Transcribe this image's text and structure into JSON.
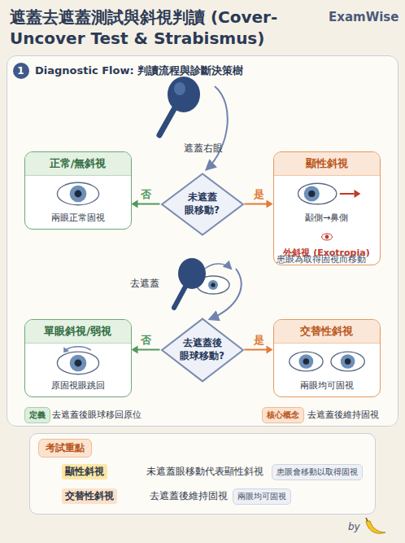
{
  "diagram": {
    "title": "遮蓋去遮蓋測試與斜視判讀 (Cover-Uncover Test & Strabismus)",
    "nodes": [
      {
        "text": [
          "Diagnostic Flow: 判讀流程與診斷決策樹"
        ]
      },
      {
        "text": [
          "1"
        ],
        "in": 0
      },
      {
        "text": [
          "未遮蓋 眼移動?"
        ],
        "in": 0
      },
      {
        "text": [
          "正常/無斜視",
          "兩眼正常固視"
        ],
        "in": 0
      },
      {
        "text": [
          "顯性斜視",
          "顳側→鼻側",
          "外斜視 (Exotropia)"
        ],
        "in": 0
      },
      {
        "text": [
          "去遮蓋後 眼球移動?"
        ],
        "in": 0
      },
      {
        "text": [
          "單眼斜視/弱視",
          "原固視眼跳回"
        ],
        "in": 0
      },
      {
        "text": [
          "交替性斜視",
          "兩眼均可固視"
        ],
        "in": 0
      },
      {
        "text": [
          "定義"
        ],
        "in": 0
      },
      {
        "text": [
          "核心概念"
        ],
        "in": 0
      },
      {
        "text": [
          "考試重點"
        ]
      },
      {
        "text": [
          "患眼會移動以取得固視"
        ],
        "in": 10
      },
      {
        "text": [
          "兩眼均可固視"
        ],
        "in": 10
      }
    ],
    "edges": [
      {
        "from": 2,
        "to": 3,
        "label": "否",
        "arrow": "to"
      },
      {
        "from": 2,
        "to": 4,
        "label": "是",
        "arrow": "to"
      },
      {
        "from": 5,
        "to": 6,
        "label": "否",
        "arrow": "to"
      },
      {
        "from": 5,
        "to": 7,
        "label": "是",
        "arrow": "to"
      }
    ],
    "labels": [
      "ExamWise",
      "遮蓋右眼",
      "患眼為取得固視而移動",
      "去遮蓋",
      "去遮蓋後眼球移回原位",
      "去遮蓋後維持固視",
      "顯性斜視",
      "未遮蓋眼移動代表顯性斜視",
      "交替性斜視",
      "去遮蓋後維持固視",
      "by"
    ]
  }
}
